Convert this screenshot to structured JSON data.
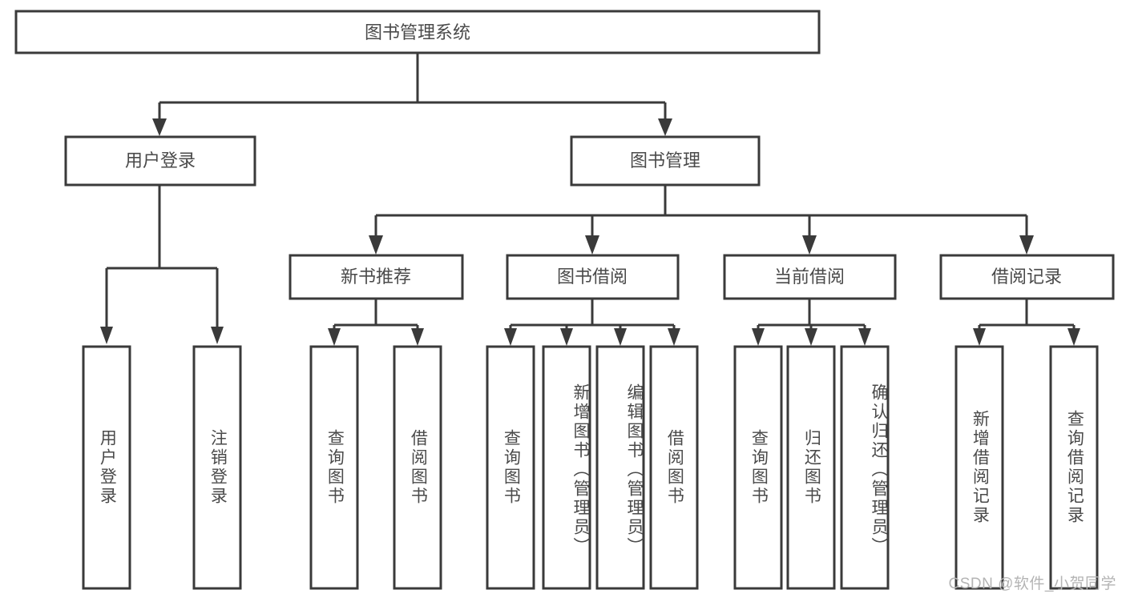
{
  "diagram": {
    "type": "tree-hierarchy",
    "orientation": "top-down",
    "title": "图书管理系统",
    "watermark": "CSDN @软件_小贺同学",
    "colors": {
      "box_stroke": "#3a3a3a",
      "box_fill": "#ffffff",
      "text": "#4a4a4a",
      "connector": "#3a3a3a",
      "watermark": "#b4b4b4",
      "background": "#ffffff"
    },
    "root": {
      "label": "图书管理系统"
    },
    "level1": [
      {
        "label": "用户登录"
      },
      {
        "label": "图书管理"
      }
    ],
    "level2": [
      {
        "label": "新书推荐"
      },
      {
        "label": "图书借阅"
      },
      {
        "label": "当前借阅"
      },
      {
        "label": "借阅记录"
      }
    ],
    "leaves": {
      "user_login": [
        {
          "label": "用户登录"
        },
        {
          "label": "注销登录"
        }
      ],
      "new_book_recommend": [
        {
          "label": "查询图书"
        },
        {
          "label": "借阅图书"
        }
      ],
      "book_borrow": [
        {
          "label": "查询图书"
        },
        {
          "label": "新增图书（管理员）"
        },
        {
          "label": "编辑图书（管理员）"
        },
        {
          "label": "借阅图书"
        }
      ],
      "current_borrow": [
        {
          "label": "查询图书"
        },
        {
          "label": "归还图书"
        },
        {
          "label": "确认归还（管理员）"
        }
      ],
      "borrow_record": [
        {
          "label": "新增借阅记录"
        },
        {
          "label": "查询借阅记录"
        }
      ]
    }
  }
}
